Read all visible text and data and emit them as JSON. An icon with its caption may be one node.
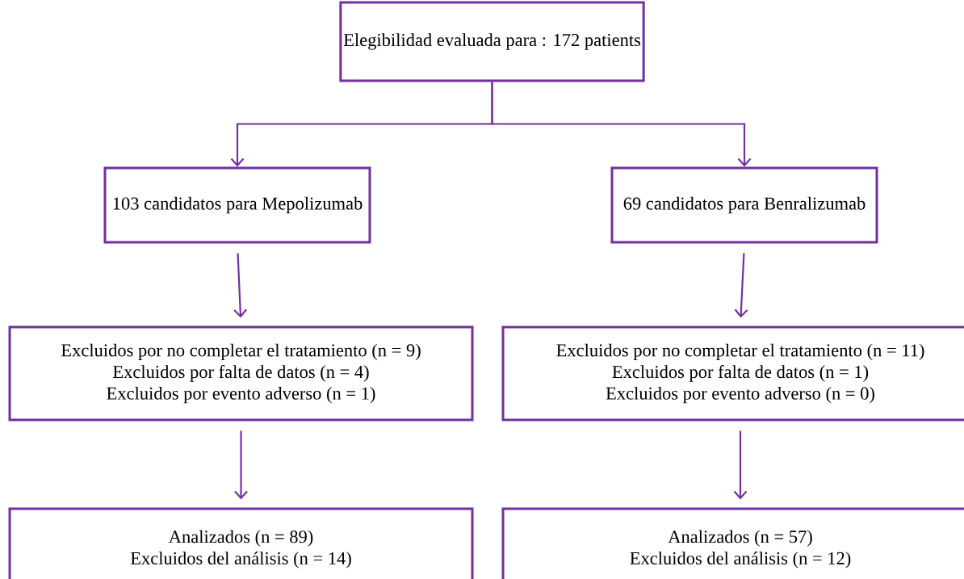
{
  "diagram": {
    "nodes": [
      {
        "text": [
          "Elegibilidad evaluada para : 172 patients"
        ]
      },
      {
        "text": [
          "103 candidatos para Mepolizumab"
        ]
      },
      {
        "text": [
          "69 candidatos para Benralizumab"
        ]
      },
      {
        "text": [
          "Excluidos por no completar el tratamiento (n = 9)",
          "Excluidos por falta de datos (n = 4)",
          "Excluidos por evento adverso (n = 1)"
        ]
      },
      {
        "text": [
          "Excluidos por no completar el tratamiento (n = 11)",
          "Excluidos por falta de datos (n = 1)",
          "Excluidos por evento adverso (n = 0)"
        ]
      },
      {
        "text": [
          "Analizados (n = 89)",
          "Excluidos del análisis (n = 14)"
        ]
      },
      {
        "text": [
          "Analizados (n = 57)",
          "Excluidos del análisis (n = 12)"
        ]
      }
    ],
    "edges": [
      {
        "from": 0,
        "to": 1,
        "arrow": "to"
      },
      {
        "from": 0,
        "to": 2,
        "arrow": "to"
      },
      {
        "from": 1,
        "to": 3,
        "arrow": "to"
      },
      {
        "from": 2,
        "to": 4,
        "arrow": "to"
      },
      {
        "from": 3,
        "to": 5,
        "arrow": "to"
      },
      {
        "from": 4,
        "to": 6,
        "arrow": "to"
      }
    ]
  }
}
